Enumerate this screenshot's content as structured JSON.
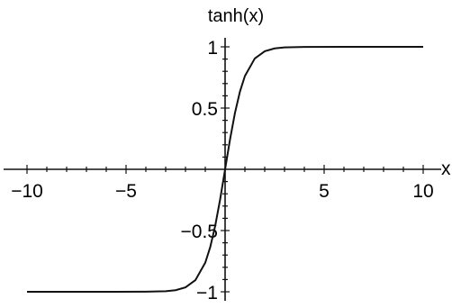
{
  "chart_data": {
    "type": "line",
    "title": "tanh(x)",
    "xlabel": "x",
    "ylabel": "",
    "xlim": [
      -10,
      10
    ],
    "ylim": [
      -1,
      1
    ],
    "grid": false,
    "legend": "none",
    "x_ticks": [
      {
        "value": -10,
        "label": "−10"
      },
      {
        "value": -5,
        "label": "−5"
      },
      {
        "value": 5,
        "label": "5"
      },
      {
        "value": 10,
        "label": "10"
      }
    ],
    "y_ticks": [
      {
        "value": 1,
        "label": "1"
      },
      {
        "value": 0.5,
        "label": "0.5"
      },
      {
        "value": -0.5,
        "label": "−0.5"
      },
      {
        "value": -1,
        "label": "−1"
      }
    ],
    "series": [
      {
        "function": "tanh",
        "x": [
          -10,
          -8,
          -6,
          -4,
          -3,
          -2.5,
          -2,
          -1.5,
          -1,
          -0.75,
          -0.5,
          -0.25,
          0,
          0.25,
          0.5,
          0.75,
          1,
          1.5,
          2,
          2.5,
          3,
          4,
          6,
          8,
          10
        ],
        "y": [
          -1,
          -1,
          -1,
          -0.999,
          -0.995,
          -0.987,
          -0.964,
          -0.905,
          -0.762,
          -0.635,
          -0.462,
          -0.245,
          0,
          0.245,
          0.462,
          0.635,
          0.762,
          0.905,
          0.964,
          0.987,
          0.995,
          0.999,
          1,
          1,
          1
        ]
      }
    ]
  }
}
